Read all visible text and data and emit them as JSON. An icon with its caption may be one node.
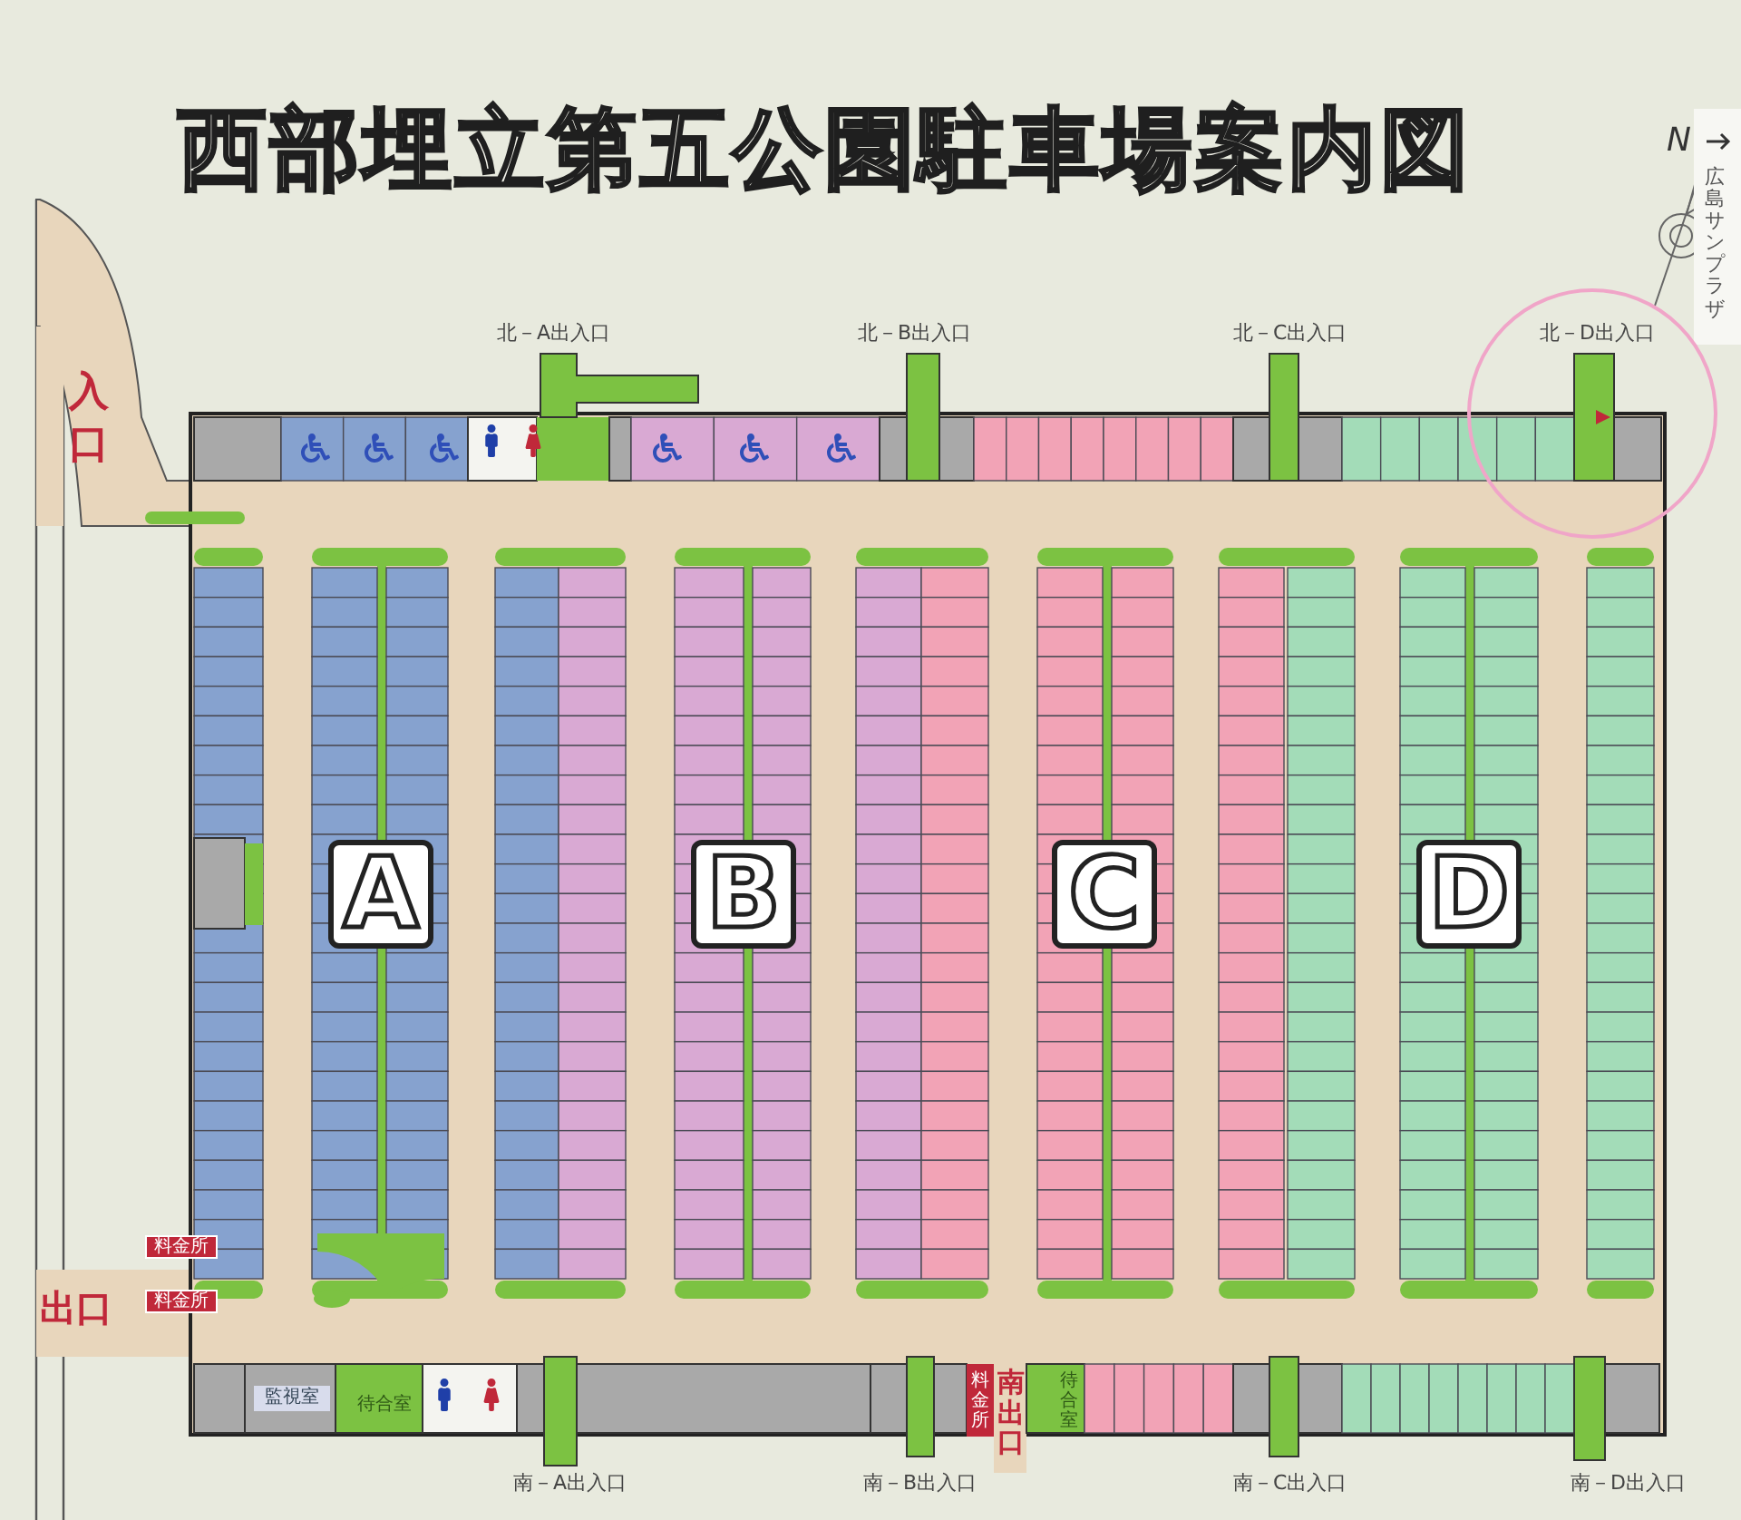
{
  "diagram": {
    "title": "西部埋立第五公園駐車場案内図",
    "nodes": [
      {
        "text": [
          "A"
        ]
      },
      {
        "text": [
          "B"
        ]
      },
      {
        "text": [
          "C"
        ]
      },
      {
        "text": [
          "D"
        ]
      },
      {
        "text": [
          "料金所"
        ]
      },
      {
        "text": [
          "料金所"
        ]
      },
      {
        "text": [
          "監視室"
        ]
      },
      {
        "text": [
          "待合室"
        ]
      },
      {
        "text": [
          "料金所"
        ]
      },
      {
        "text": [
          "待合室"
        ]
      }
    ],
    "labels": [
      "N",
      "広島サンプラザ",
      "北－A出入口",
      "北－B出入口",
      "北－C出入口",
      "北－D出入口",
      "入口",
      "出口",
      "南出口",
      "南－A出入口",
      "南－B出入口",
      "南－C出入口",
      "南－D出入口"
    ]
  }
}
